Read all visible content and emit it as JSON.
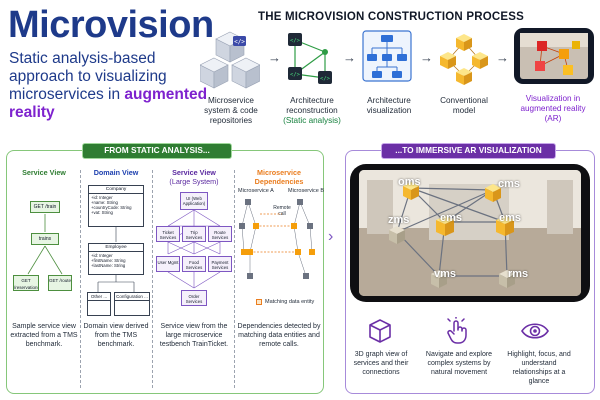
{
  "header": {
    "title": "Microvision",
    "subtitle_plain": "Static analysis-based approach to visualizing microservices in",
    "subtitle_highlight": "augmented reality"
  },
  "process": {
    "title": "THE MICROVISION CONSTRUCTION PROCESS",
    "steps": [
      {
        "line1": "Microservice",
        "line2": "system & code",
        "line3": "repositories"
      },
      {
        "line1": "Architecture",
        "line2": "reconstruction",
        "line3": "(Static analysis)"
      },
      {
        "line1": "Architecture",
        "line2": "visualization",
        "line3": ""
      },
      {
        "line1": "Conventional",
        "line2": "model",
        "line3": ""
      },
      {
        "line1": "Visualization in",
        "line2": "augmented reality",
        "line3": "(AR)"
      }
    ],
    "arrow": "→"
  },
  "left_panel": {
    "badge": "FROM STATIC ANALYSIS...",
    "service_view": {
      "title": "Service View",
      "boxes": [
        "GET /train",
        "trains",
        "GET /reservations",
        "GET /route"
      ],
      "desc": "Sample service view extracted from a TMS benchmark."
    },
    "domain_view": {
      "title": "Domain View",
      "company_title": "Company",
      "company_fields": [
        "+id: Integer",
        "+name: String",
        "+countryCode: String",
        "+vat: String"
      ],
      "employee_title": "Employee",
      "employee_fields": [
        "+id: Integer",
        "+firstName: String",
        "+lastName: String"
      ],
      "other": "Other ...",
      "configuration": "Configuration ...",
      "desc": "Domain view derived from the TMS benchmark."
    },
    "large_view": {
      "title_line1": "Service View",
      "title_line2": "(Large System)",
      "boxes": [
        "UI (Web Application)",
        "Ticket Services",
        "Trip Services",
        "Route Services",
        "User Mgmt",
        "Food Services",
        "Payment Services",
        "Order Services"
      ],
      "desc": "Service view from the large microservice testbench TrainTicket."
    },
    "dependencies": {
      "title": "Microservice Dependencies",
      "ms_a": "Microservice A",
      "ms_b": "Microservice B",
      "remote_call": "Remote call",
      "legend": "Matching data entity",
      "desc": "Dependencies detected by matching data entities and remote calls."
    }
  },
  "right_panel": {
    "badge": "...TO IMMERSIVE AR VISUALIZATION",
    "nodes": [
      "oms",
      "cms",
      "zms",
      "ems",
      "ems",
      "vms",
      "rms"
    ],
    "features": [
      {
        "icon": "cube-icon",
        "desc": "3D graph view of services and their connections"
      },
      {
        "icon": "touch-gesture-icon",
        "desc": "Navigate and explore complex systems by natural movement"
      },
      {
        "icon": "eye-icon",
        "desc": "Highlight, focus, and understand relationships at a glance"
      }
    ]
  },
  "colors": {
    "title_blue": "#1e3a8a",
    "purple": "#7e22ce",
    "green": "#2f7d32",
    "orange": "#ea7d1f",
    "cube_yellow": "#f5b82e"
  }
}
